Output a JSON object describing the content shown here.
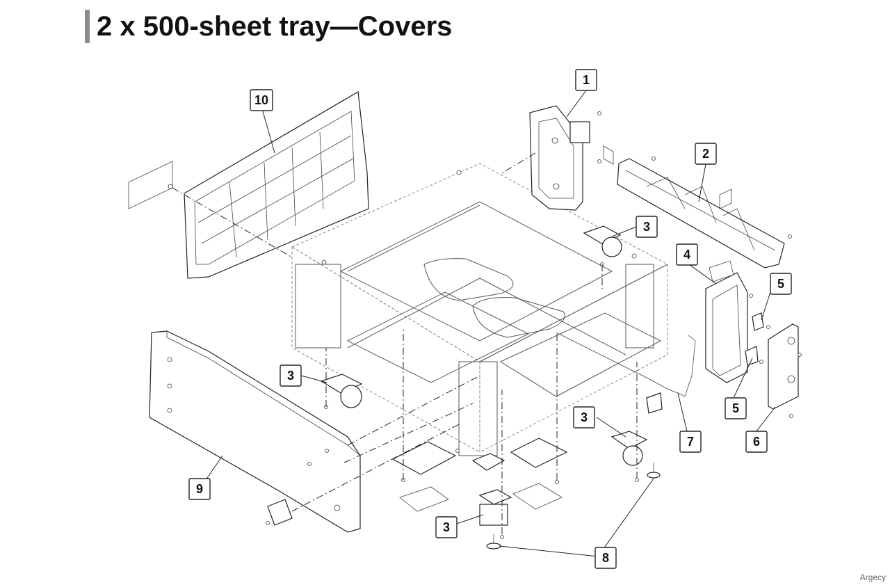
{
  "page": {
    "title": "2 x 500-sheet tray—Covers",
    "watermark": "Argecy"
  },
  "callouts": [
    {
      "id": "callout-1",
      "label": "1"
    },
    {
      "id": "callout-2",
      "label": "2"
    },
    {
      "id": "callout-3a",
      "label": "3"
    },
    {
      "id": "callout-3b",
      "label": "3"
    },
    {
      "id": "callout-3c",
      "label": "3"
    },
    {
      "id": "callout-3d",
      "label": "3"
    },
    {
      "id": "callout-4",
      "label": "4"
    },
    {
      "id": "callout-5a",
      "label": "5"
    },
    {
      "id": "callout-5b",
      "label": "5"
    },
    {
      "id": "callout-6",
      "label": "6"
    },
    {
      "id": "callout-7",
      "label": "7"
    },
    {
      "id": "callout-8",
      "label": "8"
    },
    {
      "id": "callout-9",
      "label": "9"
    },
    {
      "id": "callout-10",
      "label": "10"
    }
  ]
}
